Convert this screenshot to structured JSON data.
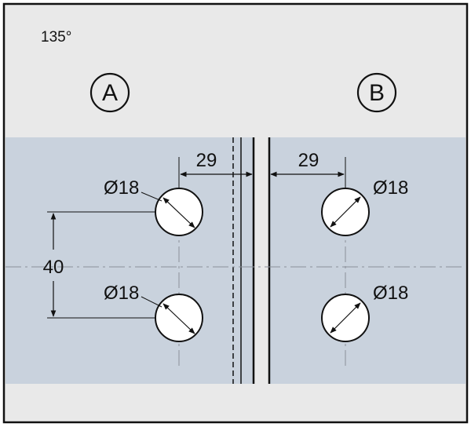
{
  "diagram": {
    "angle_label": "135°",
    "panel_a_label": "A",
    "panel_b_label": "B",
    "hole_diameter_labels": [
      "Ø18",
      "Ø18",
      "Ø18",
      "Ø18"
    ],
    "edge_distance_a": "29",
    "edge_distance_b": "29",
    "hole_spacing": "40"
  },
  "colors": {
    "background": "#e9e9e9",
    "glass": "#c9d2dd",
    "hole_fill": "#ffffff",
    "line": "#111111",
    "centerline": "#8a9099"
  }
}
